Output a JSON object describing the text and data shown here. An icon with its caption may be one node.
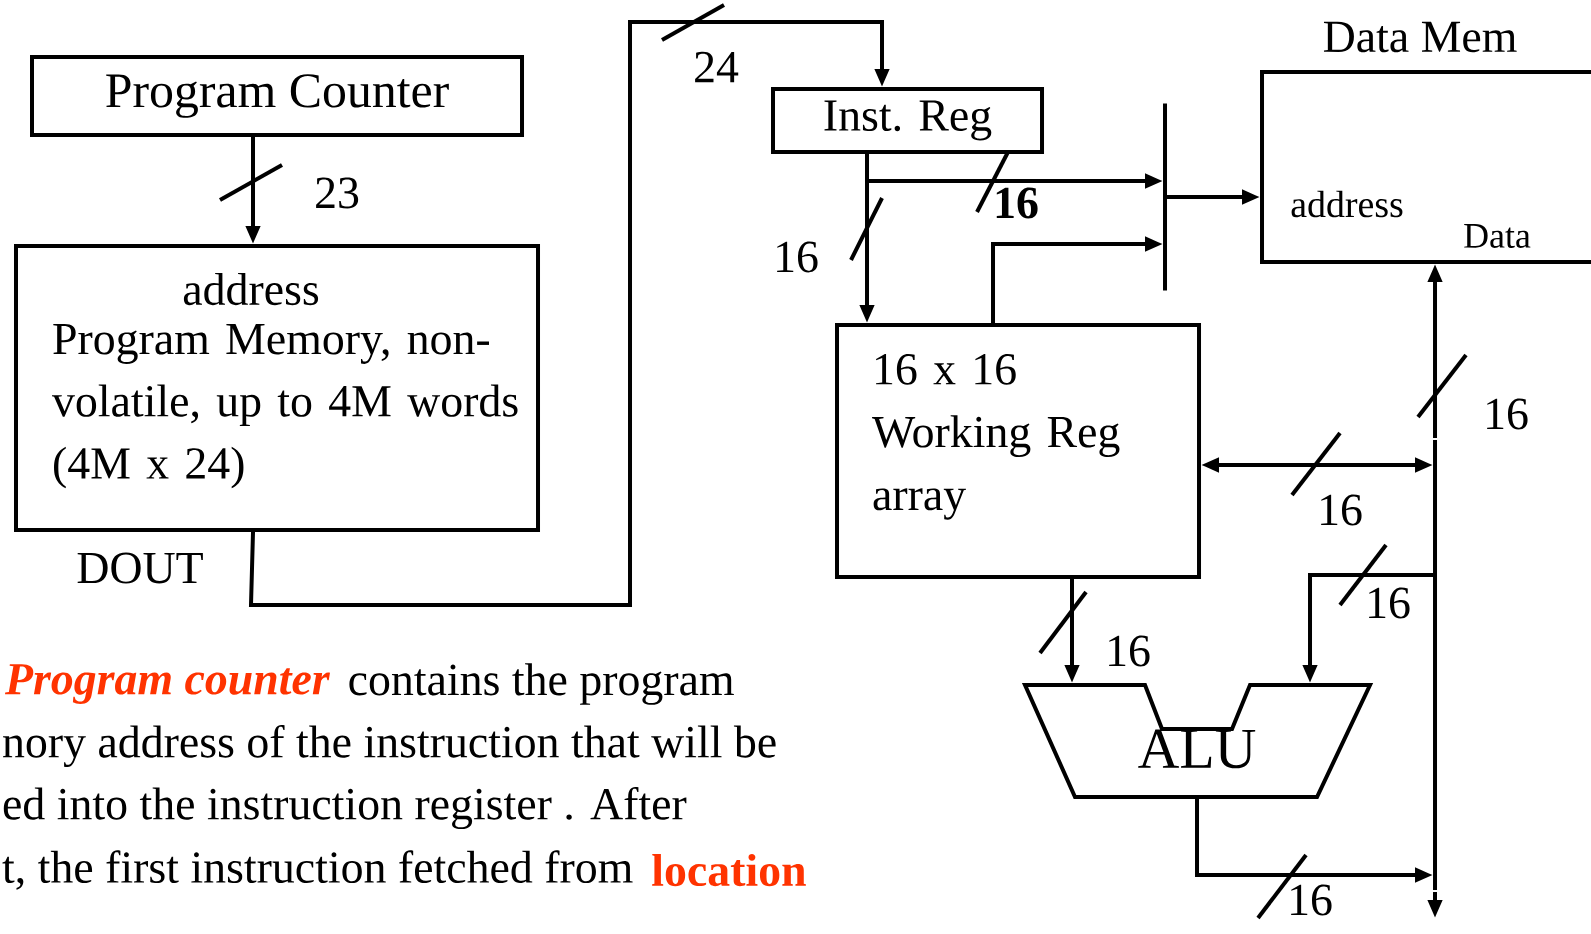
{
  "diagram": {
    "nodes": [
      {
        "text": [
          "Program Counter"
        ]
      },
      {
        "text": [
          "address",
          "Program Memory, non-volatile, up to 4M words (4M x 24)"
        ],
        "beside": [
          "DOUT"
        ]
      },
      {
        "text": [
          "Inst. Reg"
        ]
      },
      {
        "text": [],
        "shape": "bar"
      },
      {
        "text": [
          "Data Mem",
          "address",
          "Data"
        ]
      },
      {
        "text": [
          "16 x 16 Working Reg array"
        ]
      },
      {
        "text": [
          "ALU"
        ]
      },
      {
        "text": [],
        "shape": "bar"
      }
    ],
    "edges": [
      {
        "from": 0,
        "to": 1,
        "arrow": "to"
      },
      {
        "from": 1,
        "to": 2,
        "arrow": "to"
      },
      {
        "from": 2,
        "to": 3,
        "arrow": "to"
      },
      {
        "from": 2,
        "to": 5,
        "arrow": "to"
      },
      {
        "from": 5,
        "to": 3,
        "arrow": "to"
      },
      {
        "from": 3,
        "to": 4,
        "arrow": "to"
      },
      {
        "from": 7,
        "to": 4,
        "arrow": "to"
      },
      {
        "from": 7,
        "to": 5,
        "arrow": "both"
      },
      {
        "from": 7,
        "to": 6,
        "arrow": "to"
      },
      {
        "from": 5,
        "to": 6,
        "arrow": "to"
      },
      {
        "from": 6,
        "to": 7,
        "arrow": "to"
      },
      {
        "from": 7,
        "to": null,
        "arrow": "to"
      }
    ],
    "labels": [
      "23",
      "24",
      "16",
      "16",
      "16",
      "16",
      "16",
      "16",
      "16",
      "Program counter",
      "contains the program",
      "nory address of the instruction that will be",
      "ed into the instruction register .  After",
      "t, the first instruction fetched from",
      "location"
    ]
  }
}
